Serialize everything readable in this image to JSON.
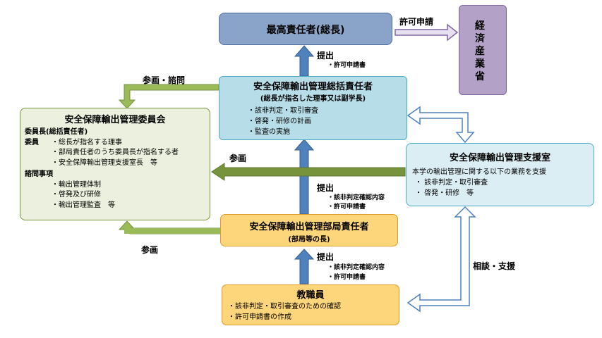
{
  "nodes": {
    "president": {
      "title": "最高責任者(総長)"
    },
    "meti": {
      "title": "経済産業省"
    },
    "general": {
      "title": "安全保障輸出管理総括責任者",
      "subtitle": "(総長が指名した理事又は副学長)",
      "items": [
        "・該非判定・取引審査",
        "・啓発・研修の計画",
        "・監査の実施"
      ]
    },
    "committee": {
      "title": "安全保障輸出管理委員会",
      "head": "委員長(総括責任者)",
      "members_label": "委員",
      "members": [
        "・総長が指名する理事",
        "・部局責任者のうち委員長が指名する者",
        "・安全保障輸出管理支援室長　等"
      ],
      "matters_label": "諮問事項",
      "matters": [
        "・輸出管理体制",
        "・啓発及び研修",
        "・輸出管理監査　等"
      ]
    },
    "support": {
      "title": "安全保障輸出管理支援室",
      "desc": "本学の輸出管理に関する以下の業務を支援",
      "items": [
        "・ 該非判定・取引審査",
        "・ 啓発・研修　等"
      ]
    },
    "dept": {
      "title": "安全保障輸出管理部局責任者",
      "subtitle": "(部局等の長)"
    },
    "staff": {
      "title": "教職員",
      "items": [
        "・該非判定・取引審査のための確認",
        "・許可申請書の作成"
      ]
    }
  },
  "edges": {
    "permit_application": "許可申請",
    "submit_top": "提出",
    "submit_top_note": "・許可申請書",
    "participate_advise": "参画・諮問",
    "participate_mid": "参画",
    "submit_mid": "提出",
    "submit_mid_notes": [
      "・該非判定確認内容",
      "・許可申請書"
    ],
    "participate_bottom": "参画",
    "submit_bottom": "提出",
    "submit_bottom_notes": [
      "・該非判定確認内容",
      "・許可申請書"
    ],
    "consult_support": "相談・支援"
  },
  "colors": {
    "blue_dark": "#8aa3c8",
    "blue_light": "#b7dde8",
    "purple": "#b3a1c7",
    "green_light": "#ebf1de",
    "orange": "#fdd57a",
    "arrow_blue": "#4f81bd",
    "arrow_green": "#77933c"
  }
}
